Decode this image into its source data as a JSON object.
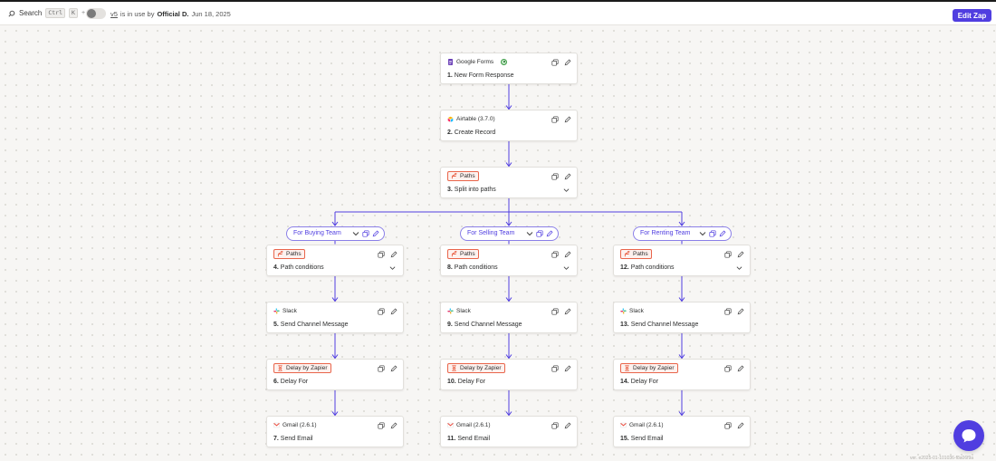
{
  "topbar": {
    "search_label": "Search",
    "shortcut_ctrl": "Ctrl",
    "shortcut_key": "K",
    "version": "v5",
    "status_text": "is in use by",
    "user": "Official D.",
    "date": "Jun 18, 2025",
    "edit_button": "Edit Zap"
  },
  "colors": {
    "accent": "#503ee0",
    "path_tag_border": "#e9654b",
    "connector": "#503ee0"
  },
  "steps": [
    {
      "num": "1.",
      "app": "Google Forms",
      "icon": "google-forms-icon",
      "title": "New Form Response",
      "tag": false
    },
    {
      "num": "2.",
      "app": "Airtable (3.7.0)",
      "icon": "airtable-icon",
      "title": "Create Record",
      "tag": false
    },
    {
      "num": "3.",
      "app": "Paths",
      "icon": "paths-icon",
      "title": "Split into paths",
      "tag": true
    },
    {
      "num": "4.",
      "app": "Paths",
      "icon": "paths-icon",
      "title": "Path conditions",
      "tag": true
    },
    {
      "num": "5.",
      "app": "Slack",
      "icon": "slack-icon",
      "title": "Send Channel Message",
      "tag": false
    },
    {
      "num": "6.",
      "app": "Delay by Zapier",
      "icon": "delay-icon",
      "title": "Delay For",
      "tag": true
    },
    {
      "num": "7.",
      "app": "Gmail (2.6.1)",
      "icon": "gmail-icon",
      "title": "Send Email",
      "tag": false
    },
    {
      "num": "8.",
      "app": "Paths",
      "icon": "paths-icon",
      "title": "Path conditions",
      "tag": true
    },
    {
      "num": "9.",
      "app": "Slack",
      "icon": "slack-icon",
      "title": "Send Channel Message",
      "tag": false
    },
    {
      "num": "10.",
      "app": "Delay by Zapier",
      "icon": "delay-icon",
      "title": "Delay For",
      "tag": true
    },
    {
      "num": "11.",
      "app": "Gmail (2.6.1)",
      "icon": "gmail-icon",
      "title": "Send Email",
      "tag": false
    },
    {
      "num": "12.",
      "app": "Paths",
      "icon": "paths-icon",
      "title": "Path conditions",
      "tag": true
    },
    {
      "num": "13.",
      "app": "Slack",
      "icon": "slack-icon",
      "title": "Send Channel Message",
      "tag": false
    },
    {
      "num": "14.",
      "app": "Delay by Zapier",
      "icon": "delay-icon",
      "title": "Delay For",
      "tag": true
    },
    {
      "num": "15.",
      "app": "Gmail (2.6.1)",
      "icon": "gmail-icon",
      "title": "Send Email",
      "tag": false
    }
  ],
  "paths": [
    {
      "label": "For Buying Team"
    },
    {
      "label": "For Selling Team"
    },
    {
      "label": "For Renting Team"
    }
  ],
  "footer": {
    "version_note": "ver. e2025-01-101036-f8a06f9a"
  }
}
